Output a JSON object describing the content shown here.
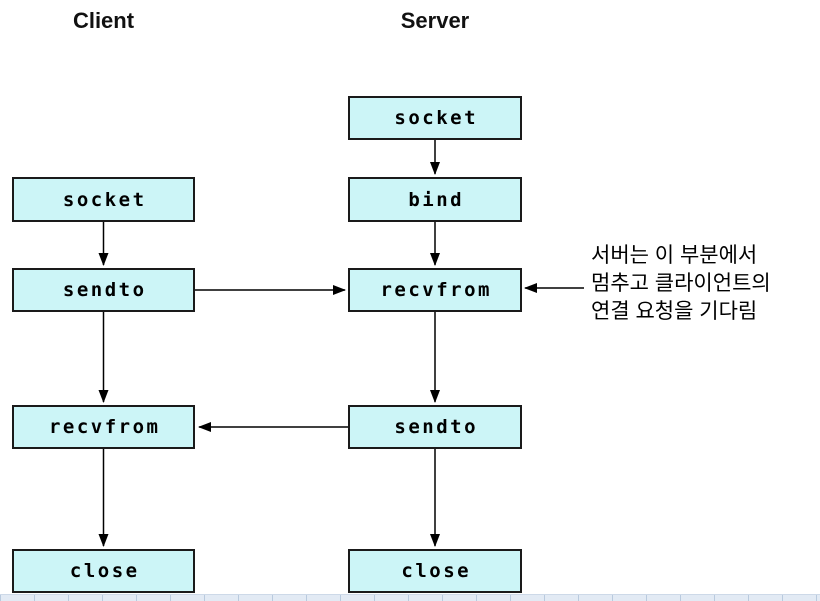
{
  "diagram": {
    "client": {
      "title": "Client",
      "steps": [
        "socket",
        "sendto",
        "recvfrom",
        "close"
      ]
    },
    "server": {
      "title": "Server",
      "steps": [
        "socket",
        "bind",
        "recvfrom",
        "sendto",
        "close"
      ]
    },
    "annotation": {
      "lines": [
        "서버는 이 부분에서",
        "멈추고 클라이언트의",
        "연결 요청을 기다림"
      ]
    },
    "colors": {
      "box_fill": "#ccf5f7",
      "box_border": "#1a1a1a",
      "arrow": "#000000",
      "footer_fill": "#e2eaf4",
      "footer_divider": "#b9cade"
    }
  }
}
